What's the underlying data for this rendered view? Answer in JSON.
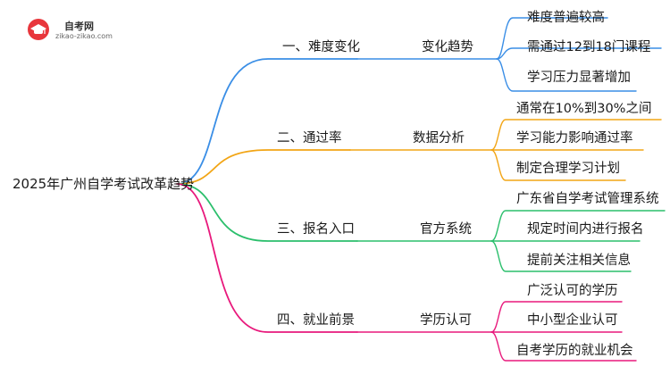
{
  "logo": {
    "title": "自考网",
    "subtitle": "zikao-zikao.com"
  },
  "root": {
    "label": "2025年广州自学考试改革趋势"
  },
  "colors": {
    "blue": "#3a8ee6",
    "orange": "#f2a515",
    "green": "#2bbf6c",
    "pink": "#e8197c"
  },
  "branches": [
    {
      "label": "一、难度变化",
      "mid": "变化趋势",
      "leaves": [
        "难度普遍较高",
        "需通过12到18门课程",
        "学习压力显著增加"
      ]
    },
    {
      "label": "二、通过率",
      "mid": "数据分析",
      "leaves": [
        "通常在10%到30%之间",
        "学习能力影响通过率",
        "制定合理学习计划"
      ]
    },
    {
      "label": "三、报名入口",
      "mid": "官方系统",
      "leaves": [
        "广东省自学考试管理系统",
        "规定时间内进行报名",
        "提前关注相关信息"
      ]
    },
    {
      "label": "四、就业前景",
      "mid": "学历认可",
      "leaves": [
        "广泛认可的学历",
        "中小型企业认可",
        "自考学历的就业机会"
      ]
    }
  ]
}
